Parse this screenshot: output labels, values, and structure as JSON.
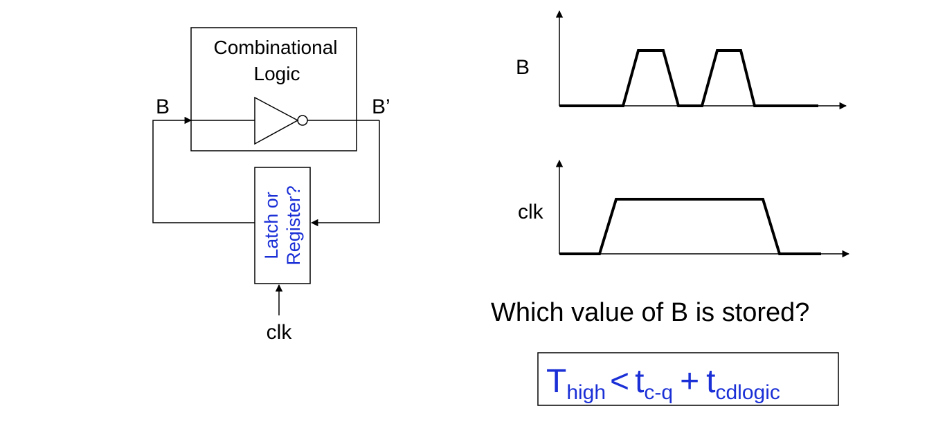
{
  "circuit": {
    "block_title_line1": "Combinational",
    "block_title_line2": "Logic",
    "input_label": "B",
    "output_label": "B’",
    "storage_line1": "Latch or",
    "storage_line2": "Register?",
    "clock_label": "clk"
  },
  "waveforms": {
    "top_label": "B",
    "bottom_label": "clk"
  },
  "question": "Which value of B is stored?",
  "equation": {
    "t1": "T",
    "t1_sub": "high",
    "op": "<",
    "t2": "t",
    "t2_sub": "c-q",
    "plus": "+",
    "t3": "t",
    "t3_sub": "cdlogic"
  },
  "colors": {
    "accent": "#1a2fd6",
    "ink": "#000000"
  }
}
